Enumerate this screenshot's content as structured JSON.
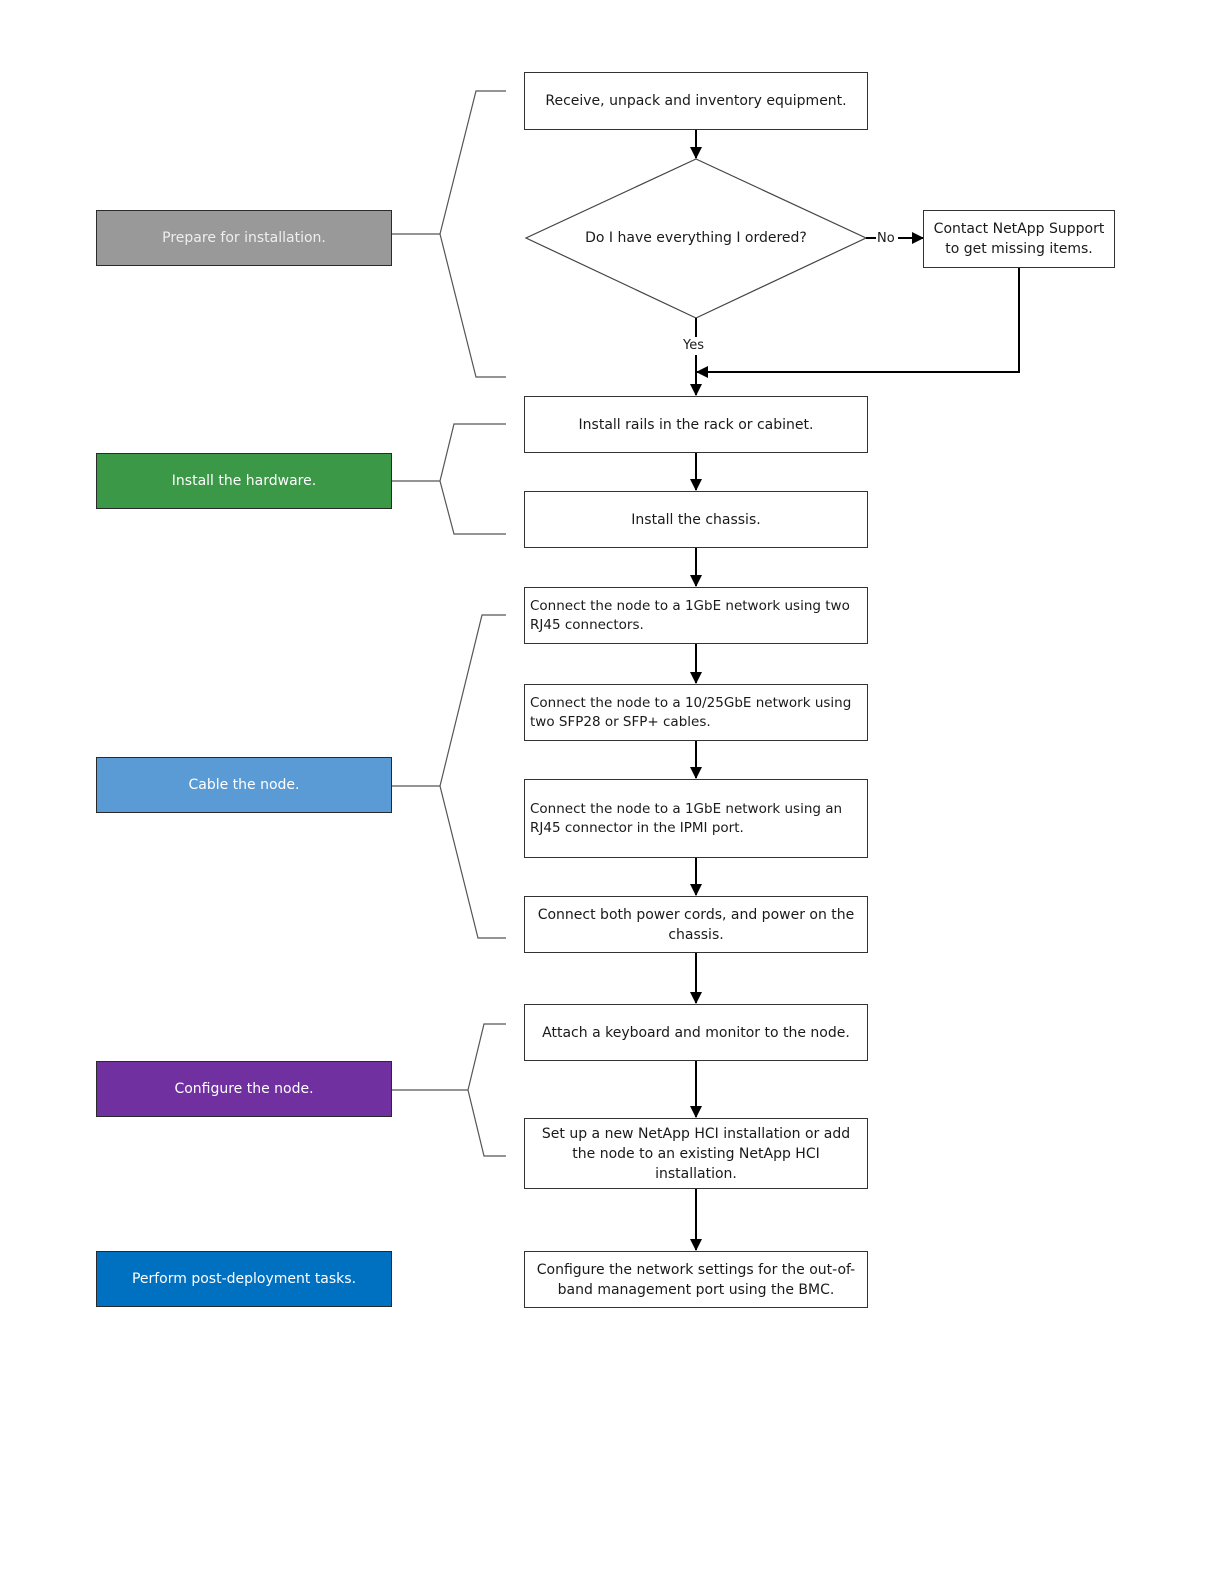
{
  "phases": [
    {
      "label": "Prepare for installation.",
      "color": "#999999"
    },
    {
      "label": "Install the hardware.",
      "color": "#3a9846"
    },
    {
      "label": "Cable the node.",
      "color": "#5b9bd5"
    },
    {
      "label": "Configure the node.",
      "color": "#7030a0"
    },
    {
      "label": "Perform post-deployment tasks.",
      "color": "#0070c0"
    }
  ],
  "steps": {
    "receive": "Receive, unpack and inventory equipment.",
    "decision": "Do I have everything I ordered?",
    "contact_support": "Contact NetApp Support to get missing items.",
    "install_rails": "Install rails in the rack or cabinet.",
    "install_chassis": "Install the chassis.",
    "connect_1gbe": "Connect the node to a 1GbE network using two RJ45 connectors.",
    "connect_25gbe": "Connect the node to a 10/25GbE network using two SFP28 or SFP+ cables.",
    "connect_ipmi": "Connect the node to a 1GbE network using an RJ45 connector in the IPMI port.",
    "power": "Connect both power cords, and power on the chassis.",
    "keyboard": "Attach a keyboard and monitor to the node.",
    "setup_hci": "Set up a new NetApp HCI installation or add the node to an existing NetApp HCI installation.",
    "bmc": "Configure the network settings for the out-of-band management port using the BMC."
  },
  "edge_labels": {
    "no": "No",
    "yes": "Yes"
  }
}
